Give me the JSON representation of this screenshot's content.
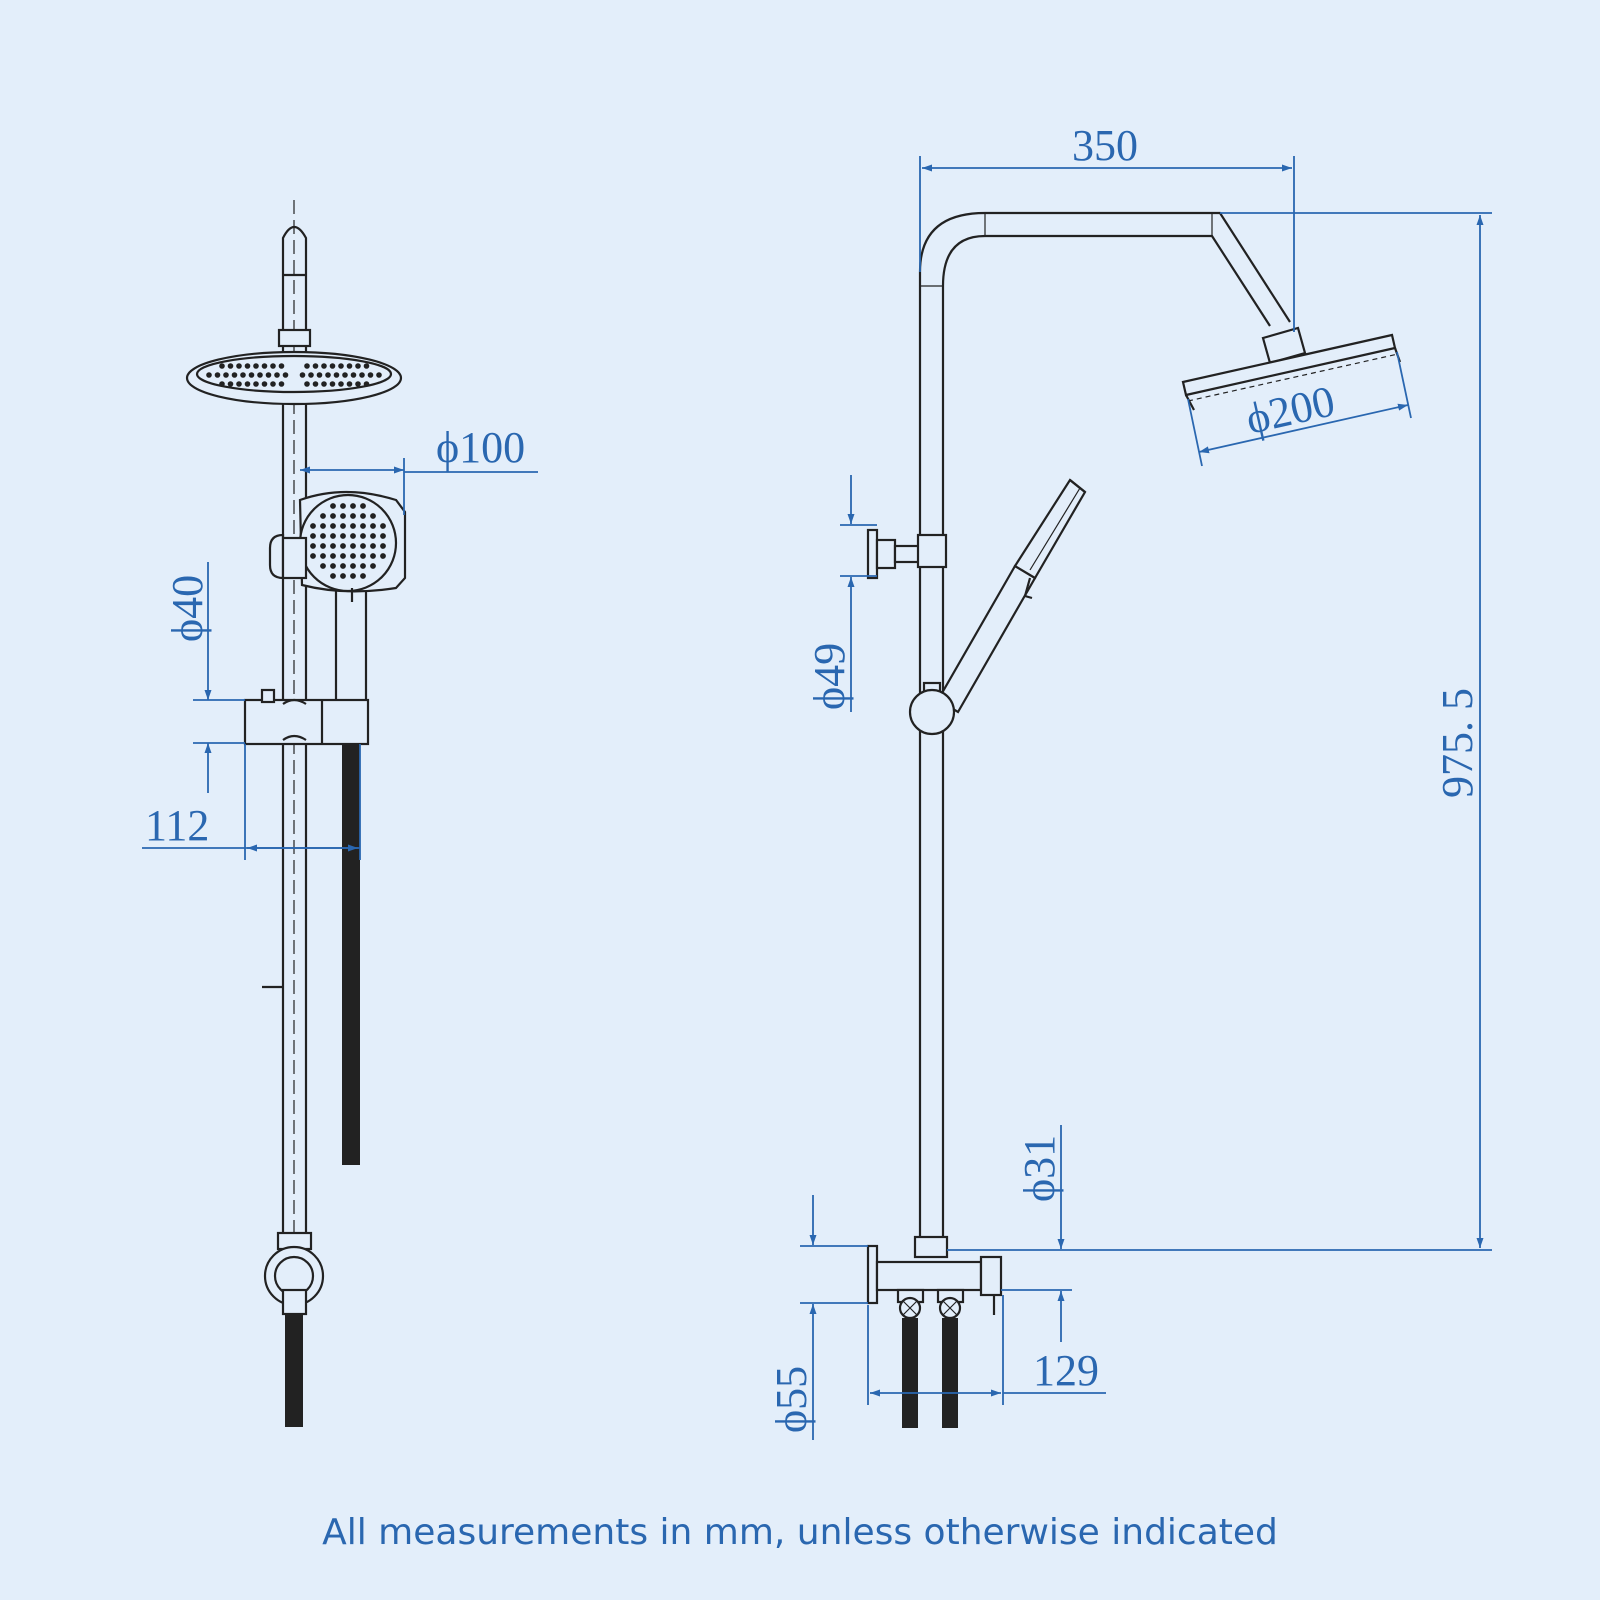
{
  "dimensions": {
    "hand_shower_diameter": "ϕ100",
    "rail_diameter": "ϕ40",
    "hand_shower_offset": "112",
    "arm_reach": "350",
    "overhead_diameter": "ϕ200",
    "height": "975. 5",
    "bracket_diameter": "ϕ49",
    "riser_diameter": "ϕ31",
    "valve_diameter": "ϕ55",
    "valve_depth": "129"
  },
  "footer": {
    "note": "All measurements in mm, unless otherwise indicated"
  },
  "colors": {
    "background": "#e3eefa",
    "dimension": "#2a67b0",
    "outline": "#222222"
  }
}
